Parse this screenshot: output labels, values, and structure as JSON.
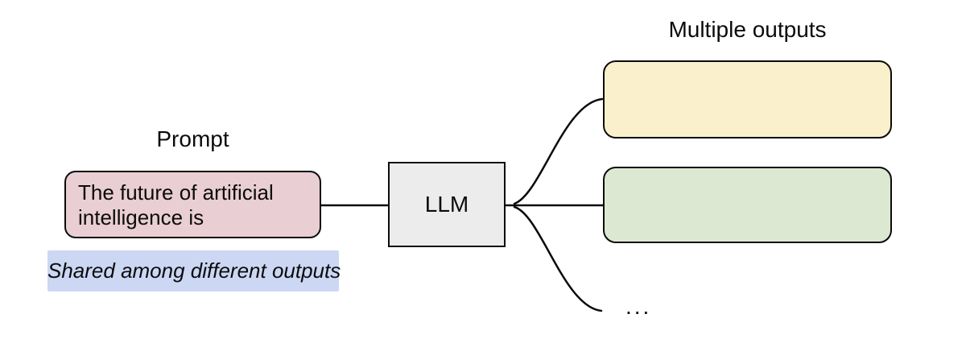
{
  "diagram": {
    "title_left": "Prompt",
    "prompt": {
      "title": "Prompt",
      "box_text": "The future of artificial intelligence is",
      "box_color": "#e9ced3",
      "note": "Shared among different outputs",
      "note_color": "#cbd7f3"
    },
    "llm": {
      "label": "LLM",
      "box_color": "#ececec"
    },
    "outputs": {
      "title": "Multiple outputs",
      "boxes": [
        {
          "name": "output-1",
          "color": "#faf0cc",
          "text": ""
        },
        {
          "name": "output-2",
          "color": "#dde8d3",
          "text": ""
        }
      ],
      "ellipsis": "..."
    },
    "line_color": "#0b0b0b"
  }
}
